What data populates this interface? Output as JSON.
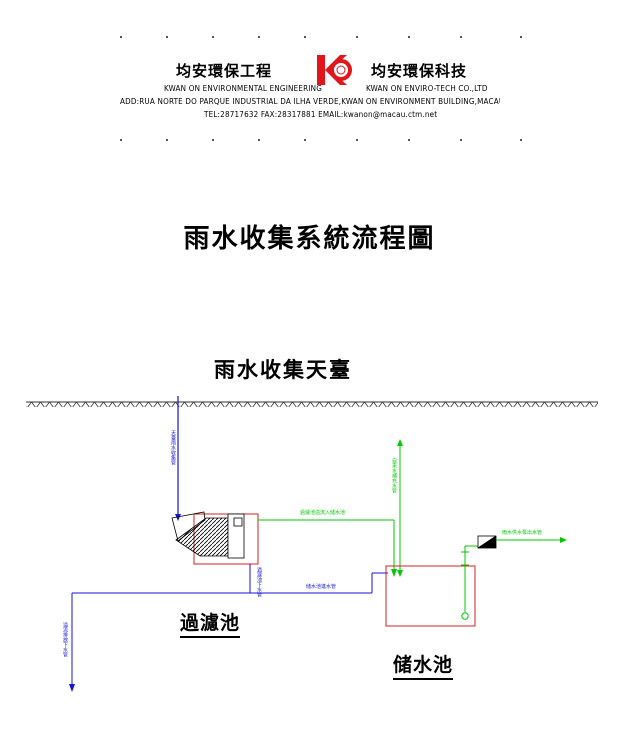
{
  "header": {
    "company_cn_left": "均安環保工程",
    "company_cn_right": "均安環保科技",
    "company_en_left": "KWAN ON ENVIRONMENTAL ENGINEERING",
    "company_en_right": "KWAN ON ENVIRO-TECH CO.,LTD",
    "address": "ADD:RUA NORTE DO PARQUE INDUSTRIAL DA ILHA VERDE,KWAN ON ENVIRONMENT BUILDING,MACAU",
    "contact": "TEL:28717632      FAX:28317881      EMAIL:kwanon@macau.ctm.net",
    "logo_letters": "KC",
    "logo_color": "#e0161b"
  },
  "diagram": {
    "title": "雨水收集系統流程圖",
    "roof_label": "雨水收集天臺",
    "filter_tank_label": "過濾池",
    "storage_tank_label": "储水池",
    "colors": {
      "rain_pipe": "#1515d4",
      "overflow_pipe": "#00c800",
      "tank_outline": "#d42020",
      "ground": "#333333"
    },
    "pipe_labels": {
      "rain_down": "天臺雨水收集管",
      "filter_to_storage": "過濾池溢流入储水池",
      "filter_down": "過濾池下水管",
      "storage_inlet": "储水池進水管",
      "makeup_water": "自來水補充水管",
      "pump_out": "雨水供水泵出水管",
      "overflow_drain": "溢流排放下水管"
    }
  }
}
